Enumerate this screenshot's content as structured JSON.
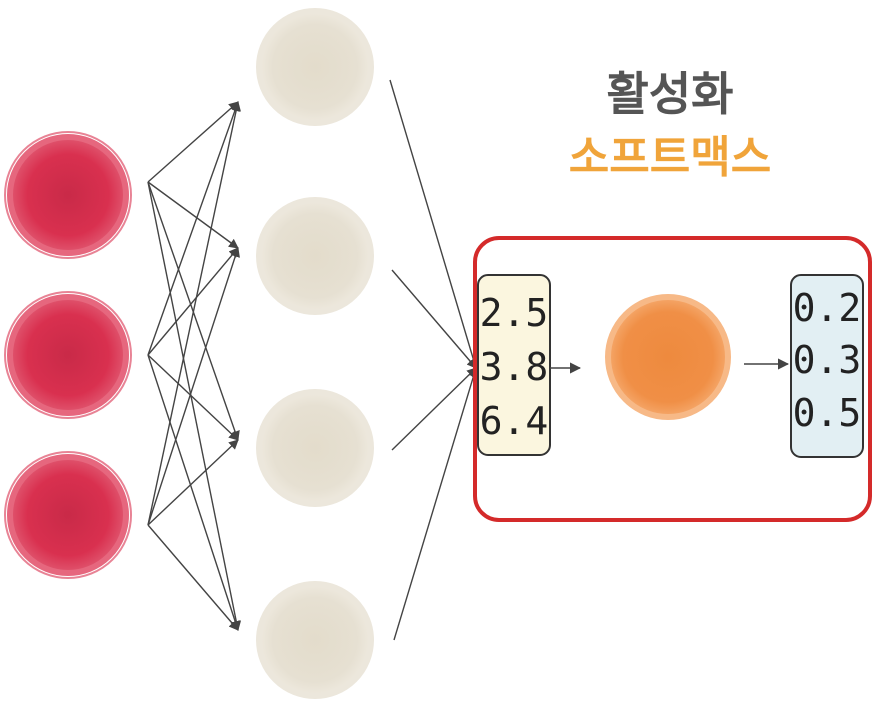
{
  "title": "활성화",
  "subtitle": "소프트맥스",
  "input_values": [
    "2.5",
    "3.8",
    "6.4"
  ],
  "output_values": [
    "0.2",
    "0.3",
    "0.5"
  ],
  "colors": {
    "input_node": "#d9304f",
    "hidden_node": "#e6e0d2",
    "activation_node": "#f08f46",
    "title": "#555555",
    "subtitle": "#f0a43a",
    "frame": "#d42a2a",
    "input_box": "#fbf6df",
    "output_box": "#e2eff3",
    "line": "#444444"
  },
  "icons": {
    "arrow": "arrow-right-icon"
  }
}
